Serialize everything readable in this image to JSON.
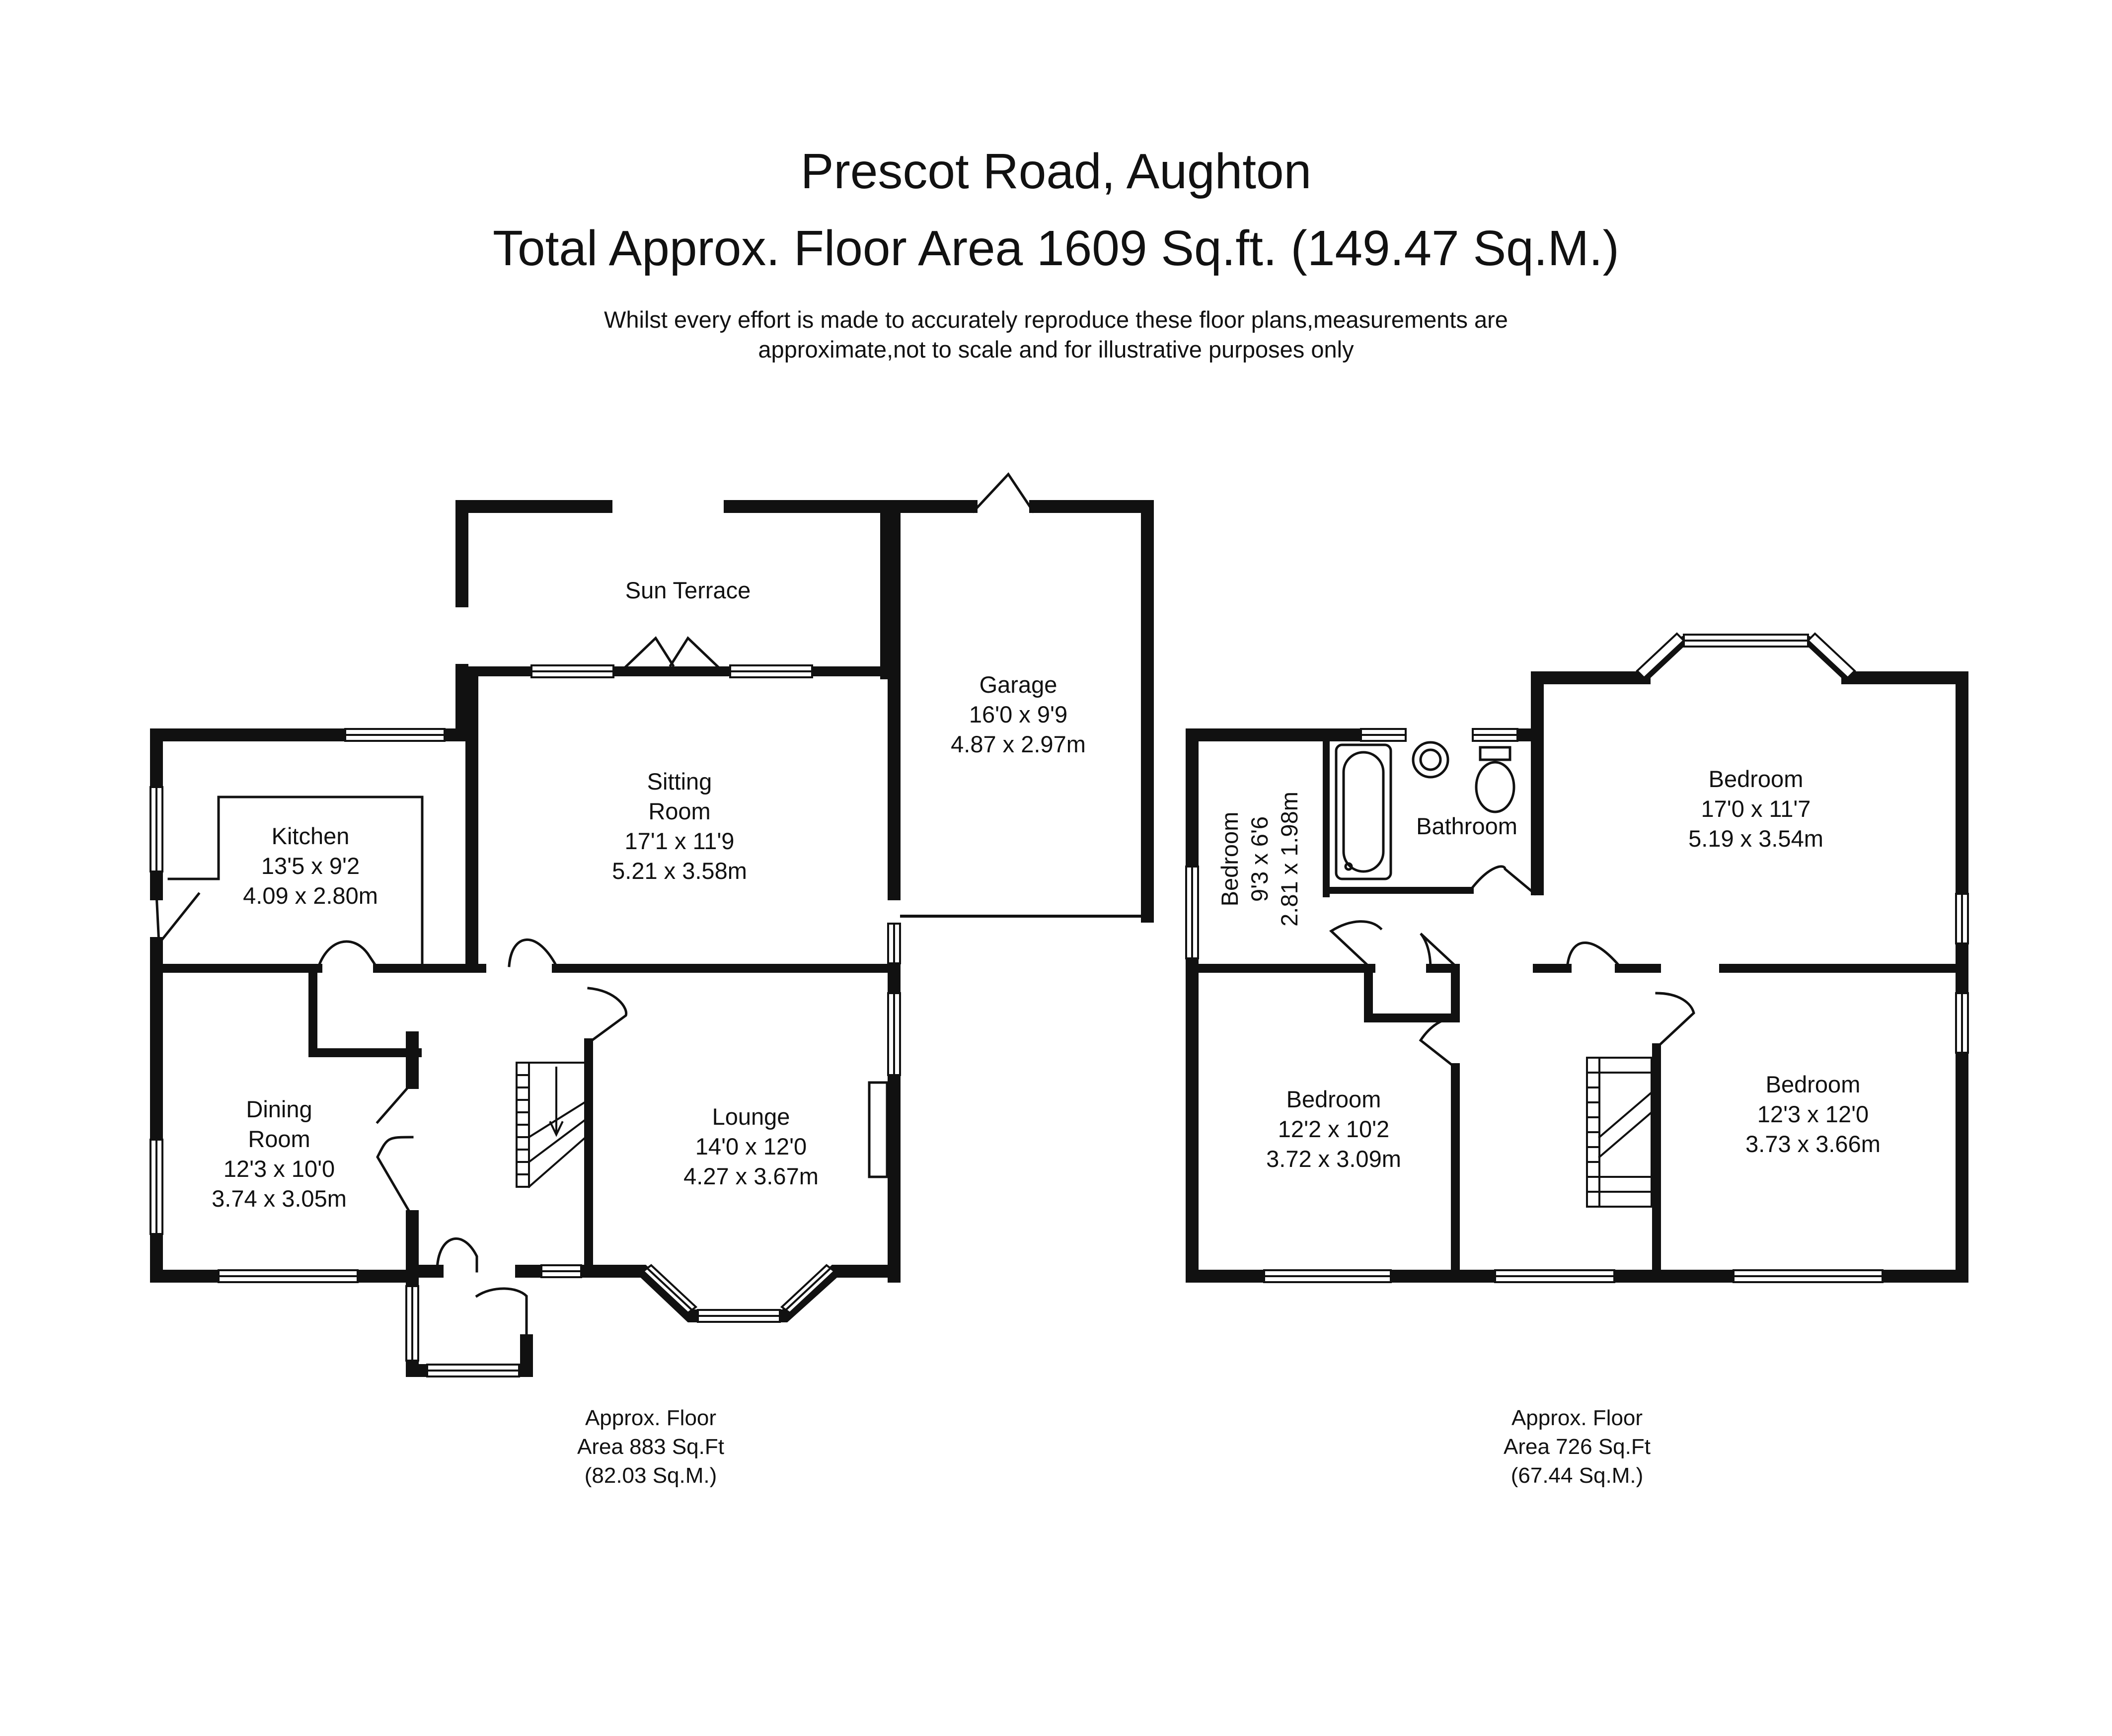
{
  "header": {
    "address": "Prescot Road, Aughton",
    "total_area": "Total Approx. Floor Area 1609 Sq.ft. (149.47 Sq.M.)",
    "disclaimer_line1": "Whilst every effort is made to accurately reproduce these floor plans,measurements are",
    "disclaimer_line2": "approximate,not to scale and for illustrative purposes only"
  },
  "ground_floor": {
    "area_line1": "Approx. Floor",
    "area_line2": "Area 883 Sq.Ft",
    "area_line3": "(82.03 Sq.M.)",
    "rooms": {
      "sun_terrace": {
        "name": "Sun Terrace"
      },
      "garage": {
        "name": "Garage",
        "imperial": "16'0 x 9'9",
        "metric": "4.87 x 2.97m"
      },
      "sitting_room": {
        "name_line1": "Sitting",
        "name_line2": "Room",
        "imperial": "17'1 x 11'9",
        "metric": "5.21 x 3.58m"
      },
      "kitchen": {
        "name": "Kitchen",
        "imperial": "13'5 x 9'2",
        "metric": "4.09 x 2.80m"
      },
      "dining_room": {
        "name_line1": "Dining",
        "name_line2": "Room",
        "imperial": "12'3 x 10'0",
        "metric": "3.74 x 3.05m"
      },
      "lounge": {
        "name": "Lounge",
        "imperial": "14'0 x 12'0",
        "metric": "4.27 x 3.67m"
      }
    }
  },
  "first_floor": {
    "area_line1": "Approx. Floor",
    "area_line2": "Area 726 Sq.Ft",
    "area_line3": "(67.44 Sq.M.)",
    "rooms": {
      "bedroom_small": {
        "name": "Bedroom",
        "imperial": "9'3 x 6'6",
        "metric": "2.81 x 1.98m"
      },
      "bathroom": {
        "name": "Bathroom"
      },
      "bedroom_rear_right": {
        "name": "Bedroom",
        "imperial": "17'0 x 11'7",
        "metric": "5.19 x 3.54m"
      },
      "bedroom_front_left": {
        "name": "Bedroom",
        "imperial": "12'2 x 10'2",
        "metric": "3.72 x 3.09m"
      },
      "bedroom_front_right": {
        "name": "Bedroom",
        "imperial": "12'3 x 12'0",
        "metric": "3.73 x 3.66m"
      }
    }
  },
  "colors": {
    "wall": "#111111",
    "thin_line": "#222222",
    "background": "#ffffff"
  }
}
